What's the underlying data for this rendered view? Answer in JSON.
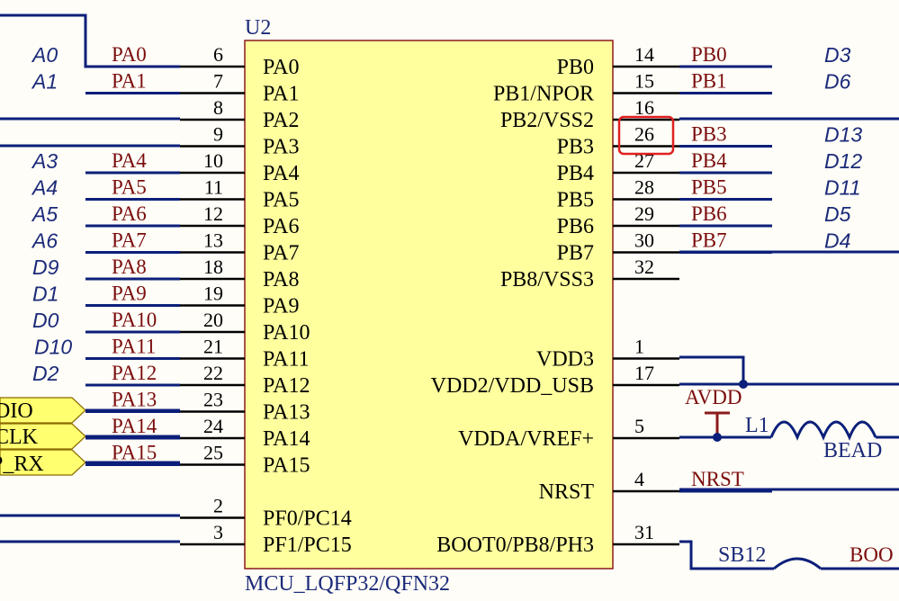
{
  "component": {
    "designator": "U2",
    "part": "MCU_LQFP32/QFN32",
    "left_pins": [
      {
        "num": "6",
        "name": "PA0",
        "net": "PA0",
        "sig": "A0"
      },
      {
        "num": "7",
        "name": "PA1",
        "net": "PA1",
        "sig": "A1"
      },
      {
        "num": "8",
        "name": "PA2",
        "net": "",
        "sig": ""
      },
      {
        "num": "9",
        "name": "PA3",
        "net": "",
        "sig": ""
      },
      {
        "num": "10",
        "name": "PA4",
        "net": "PA4",
        "sig": "A3"
      },
      {
        "num": "11",
        "name": "PA5",
        "net": "PA5",
        "sig": "A4"
      },
      {
        "num": "12",
        "name": "PA6",
        "net": "PA6",
        "sig": "A5"
      },
      {
        "num": "13",
        "name": "PA7",
        "net": "PA7",
        "sig": "A6"
      },
      {
        "num": "18",
        "name": "PA8",
        "net": "PA8",
        "sig": "D9"
      },
      {
        "num": "19",
        "name": "PA9",
        "net": "PA9",
        "sig": "D1"
      },
      {
        "num": "20",
        "name": "PA10",
        "net": "PA10",
        "sig": "D0"
      },
      {
        "num": "21",
        "name": "PA11",
        "net": "PA11",
        "sig": "D10"
      },
      {
        "num": "22",
        "name": "PA12",
        "net": "PA12",
        "sig": "D2"
      },
      {
        "num": "23",
        "name": "PA13",
        "net": "PA13",
        "sig": ""
      },
      {
        "num": "24",
        "name": "PA14",
        "net": "PA14",
        "sig": ""
      },
      {
        "num": "25",
        "name": "PA15",
        "net": "PA15",
        "sig": ""
      },
      {
        "num": "",
        "name": "",
        "net": "",
        "sig": ""
      },
      {
        "num": "2",
        "name": "PF0/PC14",
        "net": "",
        "sig": ""
      },
      {
        "num": "3",
        "name": "PF1/PC15",
        "net": "",
        "sig": ""
      }
    ],
    "right_pins": [
      {
        "num": "14",
        "name": "PB0",
        "net": "PB0",
        "sig": "D3"
      },
      {
        "num": "15",
        "name": "PB1/NPOR",
        "net": "PB1",
        "sig": "D6"
      },
      {
        "num": "16",
        "name": "PB2/VSS2",
        "net": "",
        "sig": ""
      },
      {
        "num": "26",
        "name": "PB3",
        "net": "PB3",
        "sig": "D13"
      },
      {
        "num": "27",
        "name": "PB4",
        "net": "PB4",
        "sig": "D12"
      },
      {
        "num": "28",
        "name": "PB5",
        "net": "PB5",
        "sig": "D11"
      },
      {
        "num": "29",
        "name": "PB6",
        "net": "PB6",
        "sig": "D5"
      },
      {
        "num": "30",
        "name": "PB7",
        "net": "PB7",
        "sig": "D4"
      },
      {
        "num": "32",
        "name": "PB8/VSS3",
        "net": "",
        "sig": ""
      },
      {
        "num": "",
        "name": "",
        "net": "",
        "sig": ""
      },
      {
        "num": "",
        "name": "",
        "net": "",
        "sig": ""
      },
      {
        "num": "1",
        "name": "VDD3",
        "net": "",
        "sig": ""
      },
      {
        "num": "17",
        "name": "VDD2/VDD_USB",
        "net": "",
        "sig": ""
      },
      {
        "num": "",
        "name": "",
        "net": "",
        "sig": ""
      },
      {
        "num": "5",
        "name": "VDDA/VREF+",
        "net": "",
        "sig": ""
      },
      {
        "num": "",
        "name": "",
        "net": "",
        "sig": ""
      },
      {
        "num": "4",
        "name": "NRST",
        "net": "NRST",
        "sig": ""
      },
      {
        "num": "",
        "name": "",
        "net": "",
        "sig": ""
      },
      {
        "num": "31",
        "name": "BOOT0/PB8/PH3",
        "net": "",
        "sig": ""
      }
    ]
  },
  "ports": [
    "DIO",
    "CLK",
    "P_RX"
  ],
  "extra_labels": {
    "avdd": "AVDD",
    "inductor": "L1",
    "inductor_value": "BEAD",
    "jumper": "SB12",
    "boot_label": "BOO"
  },
  "highlight_pin": "26",
  "colors": {
    "body_fill": "#ffff9e",
    "body_stroke": "#8b1a1a",
    "wire": "#0b1f7a",
    "highlight": "#e02020"
  }
}
